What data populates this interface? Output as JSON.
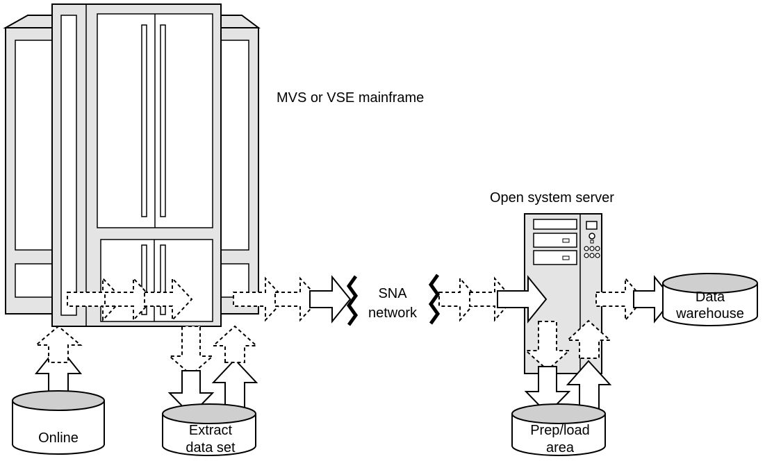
{
  "labels": {
    "mainframe": "MVS or VSE mainframe",
    "server": "Open system server",
    "sna_line1": "SNA",
    "sna_line2": "network",
    "online": "Online",
    "extract_line1": "Extract",
    "extract_line2": "data set",
    "prep_line1": "Prep/load",
    "prep_line2": "area",
    "warehouse_line1": "Data",
    "warehouse_line2": "warehouse"
  },
  "colors": {
    "stroke": "#000000",
    "hardware_fill": "#e4e4e4",
    "disk_fill": "#cfcfcf",
    "arrow_fill": "#ffffff"
  },
  "icons": {
    "mainframe": "mainframe-computer-icon",
    "server": "tower-server-icon",
    "disk": "disk-cylinder-icon",
    "network_break": "zigzag-network-icon"
  }
}
